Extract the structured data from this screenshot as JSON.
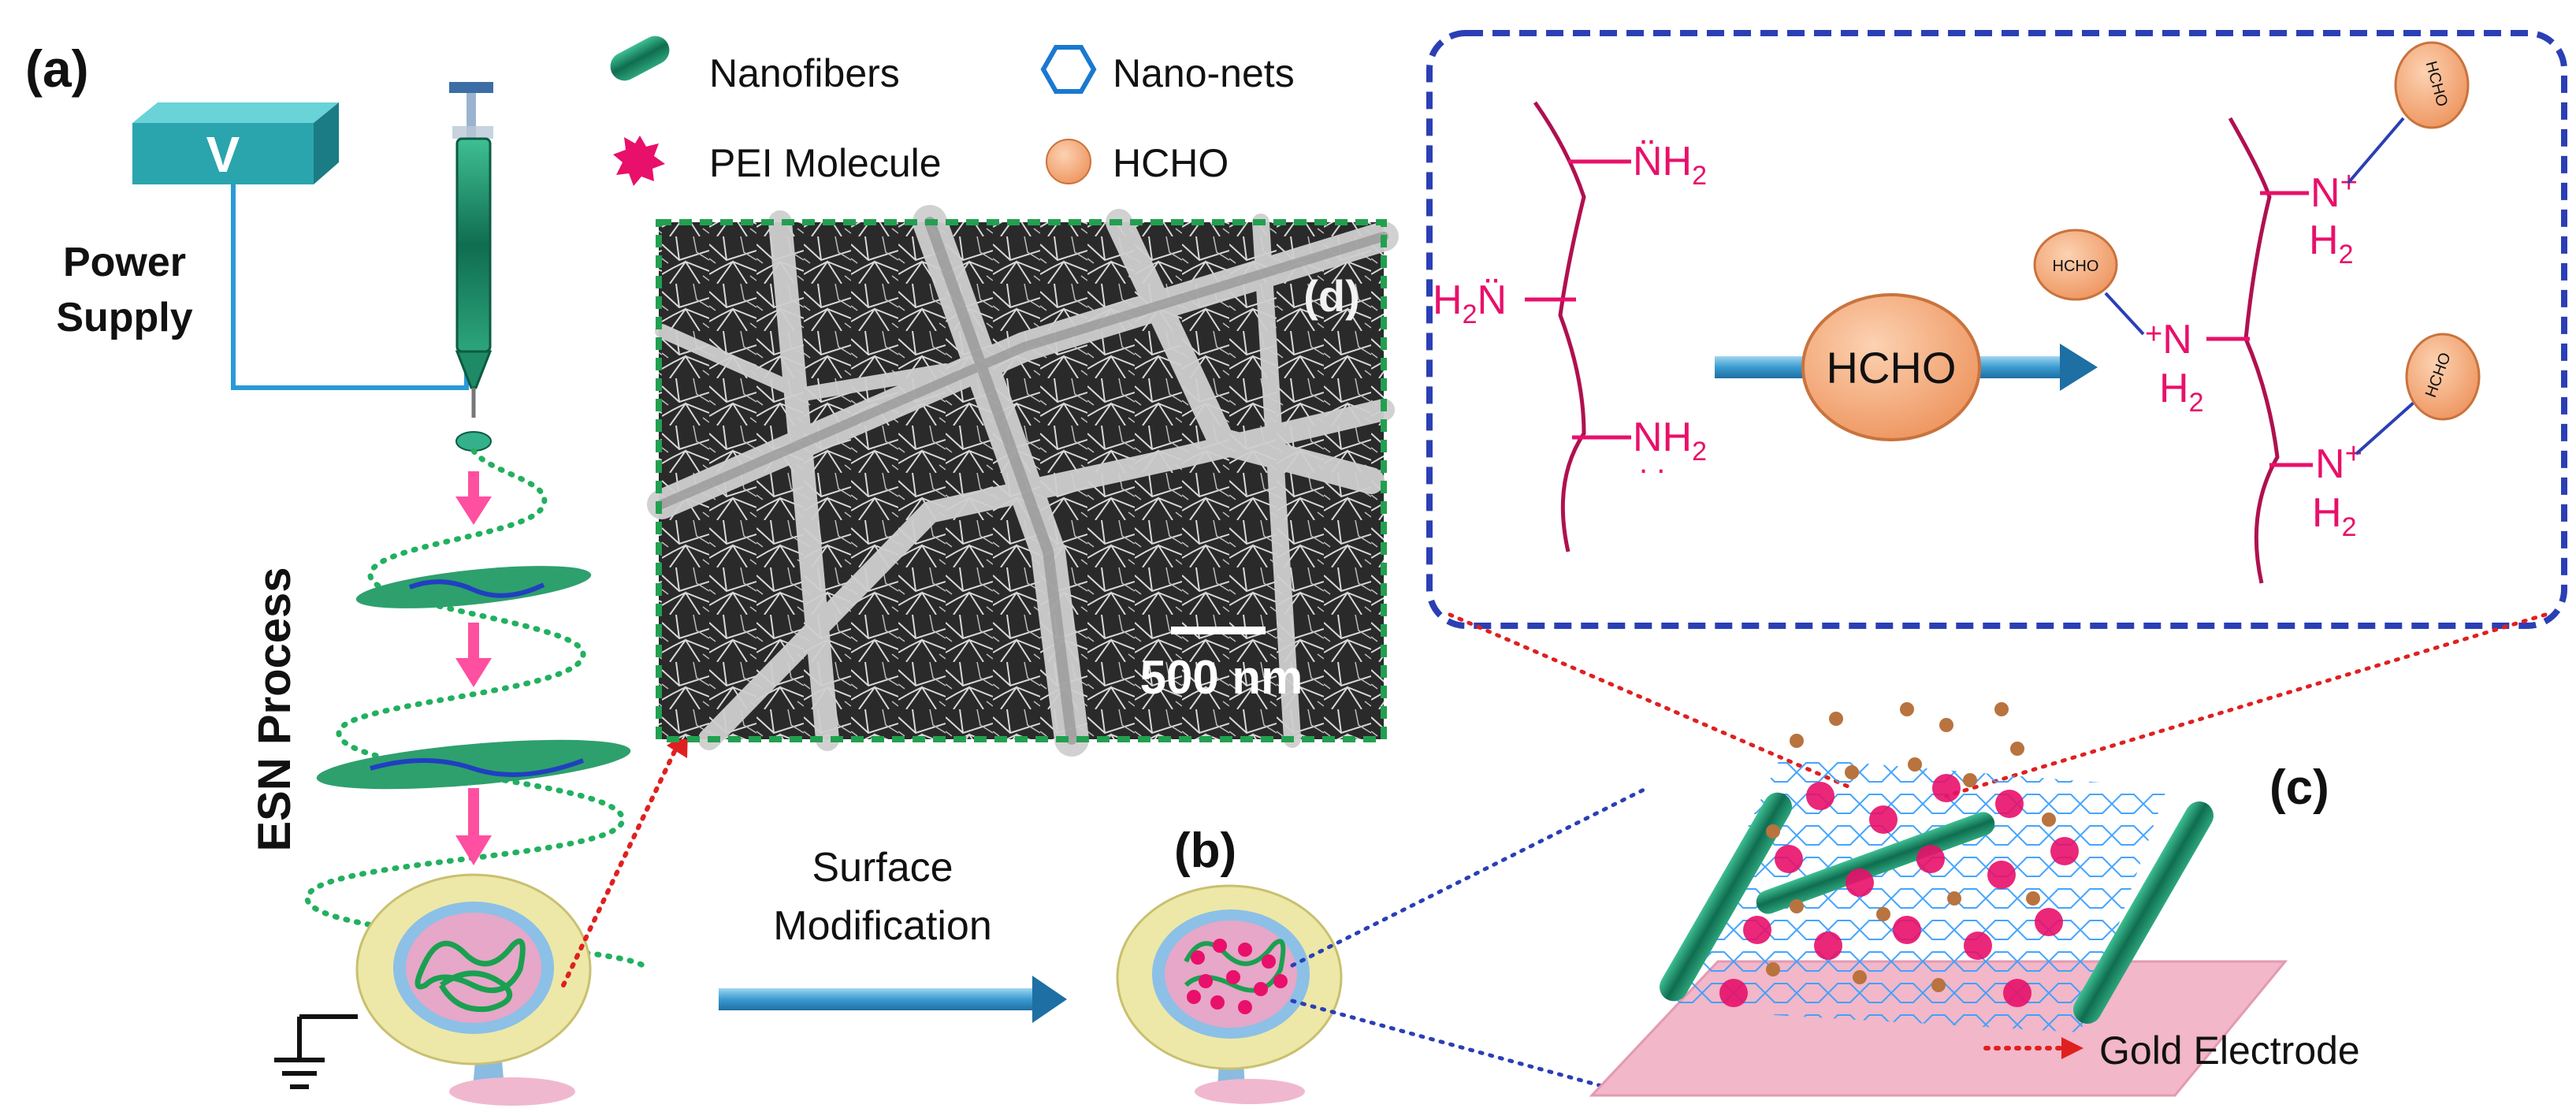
{
  "panels": {
    "a": "(a)",
    "b": "(b)",
    "c": "(c)",
    "d": "(d)"
  },
  "legend": {
    "nanofibers": "Nanofibers",
    "nanonets": "Nano-nets",
    "pei": "PEI Molecule",
    "hcho": "HCHO"
  },
  "power": {
    "symbol": "V",
    "line1": "Power",
    "line2": "Supply"
  },
  "process_label": "ESN Process",
  "surface": {
    "line1": "Surface",
    "line2": "Modification"
  },
  "scale_bar": "500 nm",
  "reaction": {
    "reagent": "HCHO",
    "bubble": "HCHO"
  },
  "gold_electrode": "Gold Electrode",
  "colors": {
    "fiber_green": "#1e8a66",
    "box_teal": "#2aa5ad",
    "pei_pink": "#e8106a",
    "hcho_orange": "#f5a878",
    "dash_blue": "#2b3fb5",
    "dash_green": "#22a050",
    "arrow_blue": "#3a9bd0",
    "electrode_pink": "#f2b7c8",
    "dish_yellow": "#ede8a8"
  }
}
